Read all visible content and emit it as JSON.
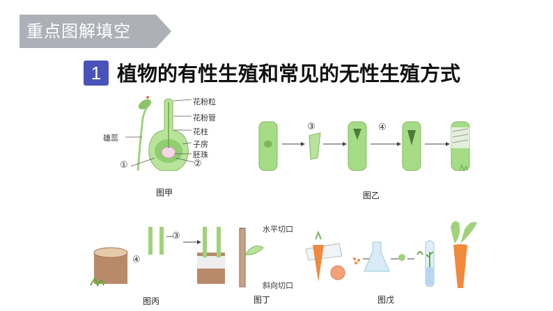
{
  "header": {
    "banner_label": "重点图解填空",
    "section_number": "1",
    "section_title": "植物的有性生殖和常见的无性生殖方式"
  },
  "figure_jia": {
    "caption": "图甲",
    "labels": {
      "pollen": "花粉粒",
      "pollen_tube": "花粉管",
      "style": "花柱",
      "ovary": "子房",
      "ovule": "胚珠",
      "stamen": "雄蕊"
    },
    "markers": {
      "one": "①",
      "two": "②"
    }
  },
  "figure_yi": {
    "caption": "图乙",
    "markers": {
      "three": "③",
      "four": "④"
    }
  },
  "figure_bing": {
    "caption": "图丙",
    "markers": {
      "three": "③",
      "four": "④"
    }
  },
  "figure_ding": {
    "caption": "图丁",
    "labels": {
      "horizontal_cut": "水平切口",
      "oblique_cut": "斜向切口"
    }
  },
  "figure_wu": {
    "caption": "图戊"
  },
  "colors": {
    "banner": "#aeb0b8",
    "section_badge": "#4a53b9",
    "plant_green": "#9fd27a",
    "carrot_orange": "#f08a3c"
  }
}
